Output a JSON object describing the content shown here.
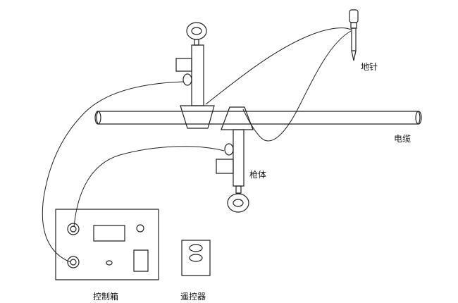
{
  "labels": {
    "ground_needle": "地针",
    "cable": "电缆",
    "gun_body": "枪体",
    "control_box": "控制箱",
    "remote": "遥控器"
  }
}
